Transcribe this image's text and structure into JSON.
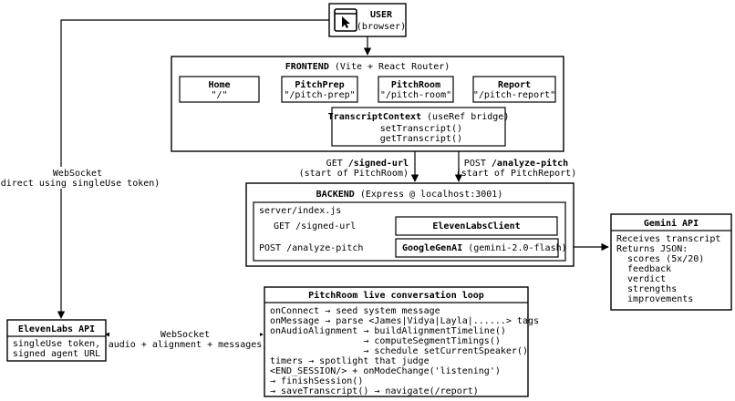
{
  "user": {
    "title": "USER",
    "subtitle": "(browser)"
  },
  "frontend": {
    "title": "FRONTEND",
    "subtitle": " (Vite + React Router)",
    "pages": [
      {
        "name": "Home",
        "route": "\"/\""
      },
      {
        "name": "PitchPrep",
        "route": "\"/pitch-prep\""
      },
      {
        "name": "PitchRoom",
        "route": "\"/pitch-room\""
      },
      {
        "name": "Report",
        "route": "\"/pitch-report\""
      }
    ],
    "context": {
      "title": "TranscriptContext",
      "subtitle": " (useRef bridge)",
      "set": "setTranscript()",
      "get": "getTranscript()"
    }
  },
  "edges": {
    "get_prefix": "GET ",
    "get_path": "/signed-url",
    "get_note": "(start of PitchRoom)",
    "post_prefix": "POST ",
    "post_path": "/analyze-pitch",
    "post_note": "(start of PitchReport)",
    "ws_left_title": "WebSocket",
    "ws_left_note": "(direct using singleUse token)",
    "ws_bottom_title": "WebSocket",
    "ws_bottom_note": "(audio + alignment + messages)"
  },
  "backend": {
    "title": "BACKEND",
    "subtitle": " (Express @ localhost:3001)",
    "file": "server/index.js",
    "get_route": "GET /signed-url",
    "post_route": "POST /analyze-pitch",
    "elevenlabs_client": "ElevenLabsClient",
    "genai_name": "GoogleGenAI",
    "genai_model": " (gemini-2.0-flash)"
  },
  "gemini": {
    "title": "Gemini API",
    "lines": [
      "Receives transcript",
      "Returns JSON:",
      "  scores (5x/20)",
      "  feedback",
      "  verdict",
      "  strengths",
      "  improvements"
    ]
  },
  "elevenlabs": {
    "title": "ElevenLabs API",
    "lines": [
      "singleUse token,",
      "signed agent URL"
    ]
  },
  "loop": {
    "title": "PitchRoom live conversation loop",
    "lines": [
      "onConnect → seed system message",
      "onMessage → parse <James|Vidya|Layla|......> tags",
      "onAudioAlignment → buildAlignmentTimeline()",
      "                 → computeSegmentTimings()",
      "                 → schedule setCurrentSpeaker()",
      "timers → spotlight that judge",
      "<END_SESSION/> + onModeChange('listening')",
      "→ finishSession()",
      "→ saveTranscript() → navigate(/report)"
    ]
  }
}
